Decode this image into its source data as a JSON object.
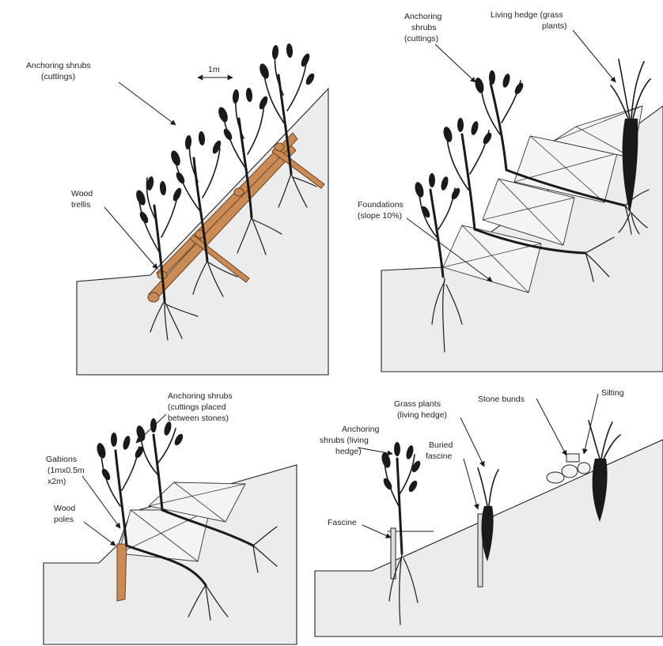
{
  "colors": {
    "ground": "#ececec",
    "ink": "#1a1a1a",
    "wood": "#c98a55",
    "wood_edge": "#6b4423"
  },
  "panels": {
    "trellis": {
      "label_shrubs": [
        "Anchoring shrubs",
        "(cuttings)"
      ],
      "label_spacing": "1m",
      "label_trellis": [
        "Wood",
        "trellis"
      ]
    },
    "foundations": {
      "label_shrubs": [
        "Anchoring",
        "shrubs",
        "(cuttings)"
      ],
      "label_hedge": [
        "Living hedge (grass",
        "plants)"
      ],
      "label_foundations": [
        "Foundations",
        "(slope 10%)"
      ]
    },
    "gabions": {
      "label_shrubs": [
        "Anchoring shrubs",
        "(cuttings placed",
        "between stones)"
      ],
      "label_gabions": [
        "Gabions",
        "(1mx0.5m",
        "x2m)"
      ],
      "label_poles": [
        "Wood",
        "poles"
      ]
    },
    "fascine": {
      "label_shrubs": [
        "Anchoring",
        "shrubs (living",
        "hedge)"
      ],
      "label_grass": [
        "Grass plants",
        "(living hedge)"
      ],
      "label_buried": [
        "Buried",
        "fascine"
      ],
      "label_fascine": "Fascine",
      "label_bunds": "Stone bunds",
      "label_silting": "Silting"
    }
  }
}
